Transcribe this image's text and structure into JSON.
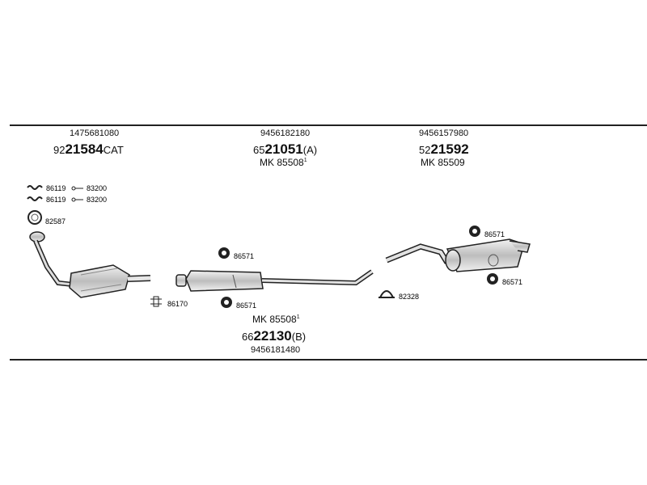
{
  "col1": {
    "ref": "1475681080",
    "part_prefix": "92",
    "part_main": "21584",
    "part_suffix": "CAT"
  },
  "col2": {
    "ref": "9456182180",
    "part_prefix": "65",
    "part_main": "21051",
    "part_suffix": "(A)",
    "mk_label": "MK",
    "mk_number": "85508",
    "mk_sup": "1"
  },
  "col3": {
    "ref": "9456157980",
    "part_prefix": "52",
    "part_main": "21592",
    "mk_label": "MK",
    "mk_number": "85509"
  },
  "bottom": {
    "mk_label": "MK",
    "mk_number": "85508",
    "mk_sup": "1",
    "part_prefix": "66",
    "part_main": "22130",
    "part_suffix": "(B)",
    "ref": "9456181480"
  },
  "tags": {
    "spring1_a": "86119",
    "spring1_b": "83200",
    "spring2_a": "86119",
    "spring2_b": "83200",
    "gasket": "82587",
    "clamp": "86170",
    "hanger_mid_top": "86571",
    "hanger_mid_bottom": "86571",
    "clamp_rear": "82328",
    "hanger_rear_top": "86571",
    "hanger_rear_bottom": "86571"
  }
}
